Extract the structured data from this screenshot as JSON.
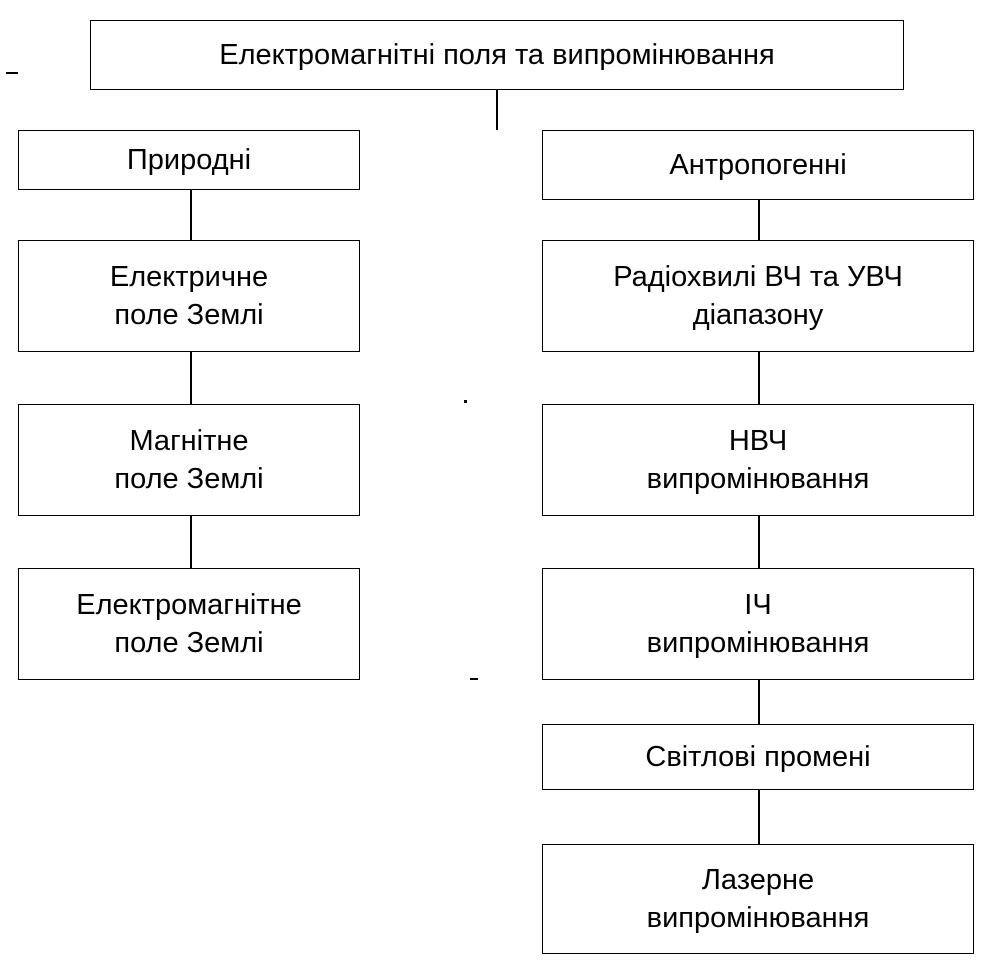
{
  "diagram": {
    "root": {
      "label": "Електромагнітні поля та випромінювання"
    },
    "natural": {
      "header": "Природні",
      "items": [
        {
          "line1": "Електричне",
          "line2": "поле Землі"
        },
        {
          "line1": "Магнітне",
          "line2": "поле Землі"
        },
        {
          "line1": "Електромагнітне",
          "line2": "поле Землі"
        }
      ]
    },
    "anthropogenic": {
      "header": "Антропогенні",
      "items": [
        {
          "line1": "Радіохвилі ВЧ та УВЧ",
          "line2": "діапазону"
        },
        {
          "line1": "НВЧ",
          "line2": "випромінювання"
        },
        {
          "line1": "ІЧ",
          "line2": "випромінювання"
        },
        {
          "line1": "Світлові промені",
          "line2": ""
        },
        {
          "line1": "Лазерне",
          "line2": "випромінювання"
        }
      ]
    },
    "colors": {
      "line": "#000000",
      "background": "#ffffff",
      "text": "#000000"
    }
  }
}
